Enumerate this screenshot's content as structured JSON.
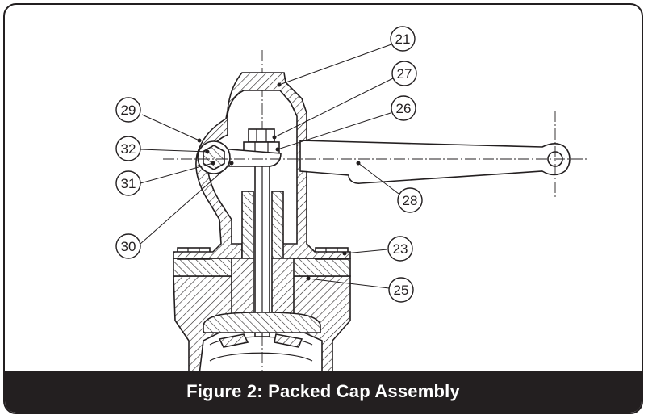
{
  "figure": {
    "caption": "Figure 2: Packed Cap Assembly",
    "callouts": [
      "21",
      "27",
      "26",
      "29",
      "32",
      "31",
      "30",
      "28",
      "23",
      "25"
    ]
  },
  "colors": {
    "ink": "#231f20",
    "caption_bg": "#231f20",
    "caption_text": "#ffffff"
  }
}
